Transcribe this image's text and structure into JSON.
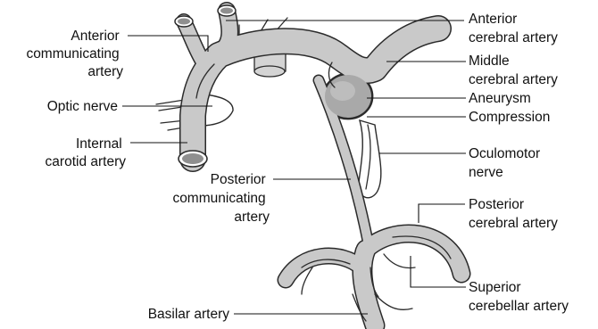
{
  "colors": {
    "vessel_fill": "#c9c9c9",
    "outline": "#2b2b2b",
    "lumen": "#8f8f8f",
    "background": "#ffffff"
  },
  "labels": {
    "anterior_communicating": [
      "Anterior",
      "communicating",
      "artery"
    ],
    "optic_nerve": [
      "Optic nerve"
    ],
    "internal_carotid": [
      "Internal",
      "carotid artery"
    ],
    "posterior_communicating": [
      "Posterior",
      "communicating",
      "artery"
    ],
    "basilar": [
      "Basilar artery"
    ],
    "anterior_cerebral": [
      "Anterior",
      "cerebral artery"
    ],
    "middle_cerebral": [
      "Middle",
      "cerebral artery"
    ],
    "aneurysm": [
      "Aneurysm"
    ],
    "compression": [
      "Compression"
    ],
    "oculomotor": [
      "Oculomotor",
      "nerve"
    ],
    "posterior_cerebral": [
      "Posterior",
      "cerebral artery"
    ],
    "superior_cerebellar": [
      "Superior",
      "cerebellar artery"
    ]
  }
}
